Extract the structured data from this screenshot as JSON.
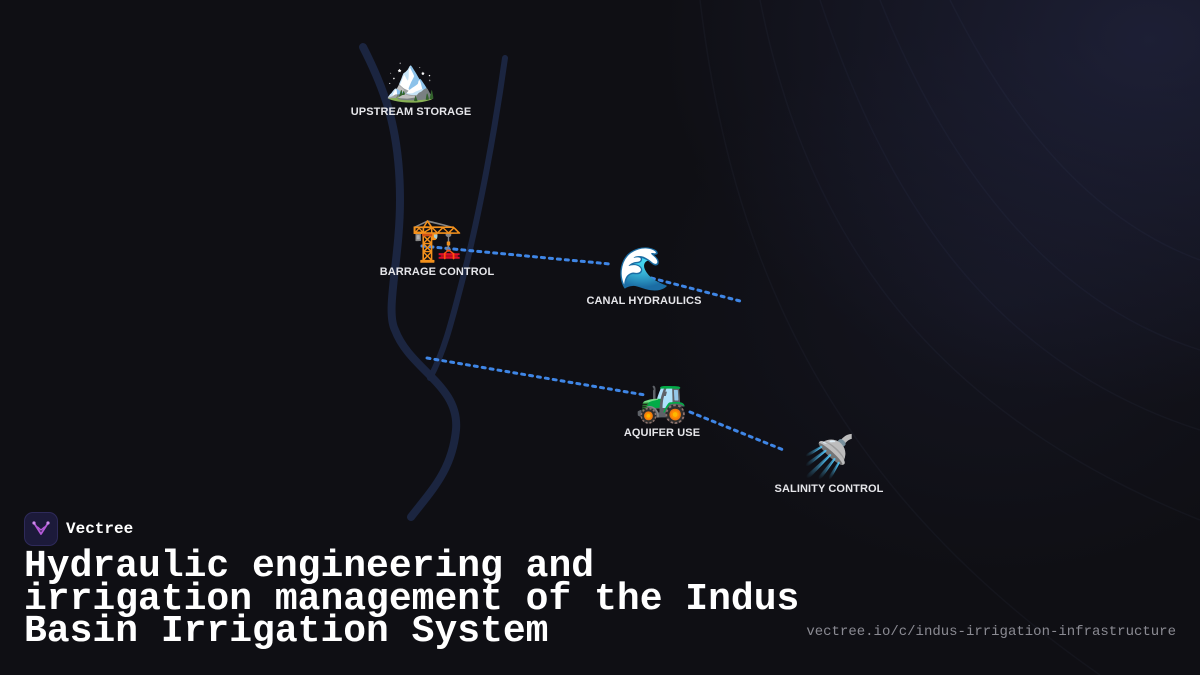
{
  "nodes": [
    {
      "id": "upstream",
      "label": "UPSTREAM STORAGE",
      "icon": "mountain-icon",
      "glyph": "🏔️"
    },
    {
      "id": "barrage",
      "label": "BARRAGE CONTROL",
      "icon": "construction-crane-icon",
      "glyph": "🏗️"
    },
    {
      "id": "canal",
      "label": "CANAL HYDRAULICS",
      "icon": "water-wave-icon",
      "glyph": "🌊"
    },
    {
      "id": "aquifer",
      "label": "AQUIFER USE",
      "icon": "tractor-icon",
      "glyph": "🚜"
    },
    {
      "id": "salinity",
      "label": "SALINITY CONTROL",
      "icon": "shower-icon",
      "glyph": "🚿"
    }
  ],
  "colors": {
    "background": "#0f0f14",
    "river": "#1b2540",
    "connector": "#3f86e6",
    "label": "#e6e6ea",
    "url": "#8a8a92",
    "brand_accent": "#b45ad8"
  },
  "brand": {
    "name": "Vectree",
    "logo_icon": "vectree-logo-icon"
  },
  "title": "Hydraulic engineering and irrigation management of the Indus Basin Irrigation System",
  "url": "vectree.io/c/indus-irrigation-infrastructure"
}
